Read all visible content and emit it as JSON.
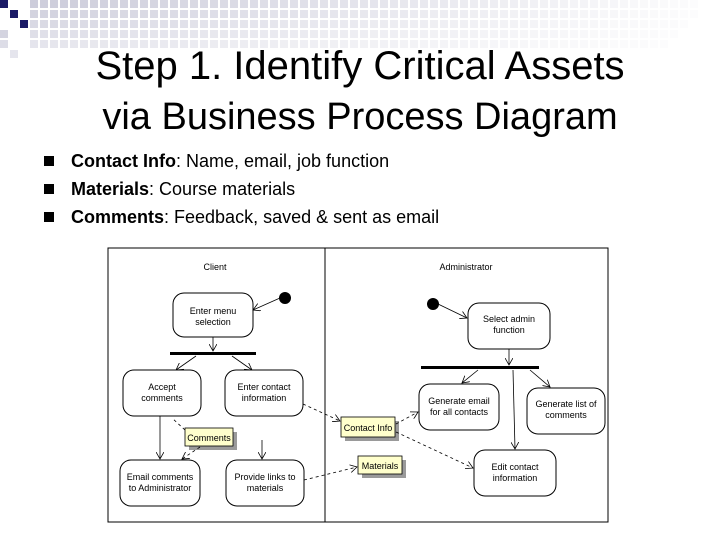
{
  "slide": {
    "title_line1": "Step 1.  Identify Critical Assets",
    "title_line2": "via Business Process Diagram"
  },
  "bullets": [
    {
      "label": "Contact Info",
      "text": ": Name, email, job function"
    },
    {
      "label": "Materials",
      "text": ": Course materials"
    },
    {
      "label": "Comments",
      "text": ":  Feedback, saved & sent as email"
    }
  ],
  "diagram": {
    "lanes": {
      "client": "Client",
      "administrator": "Administrator"
    },
    "activities": {
      "enter_menu": [
        "Enter menu",
        "selection"
      ],
      "accept_comments": [
        "Accept",
        "comments"
      ],
      "enter_contact": [
        "Enter contact",
        "information"
      ],
      "email_comments": [
        "Email comments",
        "to Administrator"
      ],
      "provide_links": [
        "Provide links to",
        "materials"
      ],
      "select_admin": [
        "Select admin",
        "function"
      ],
      "generate_email": [
        "Generate email",
        "for all contacts"
      ],
      "generate_list": [
        "Generate list of",
        "comments"
      ],
      "edit_contact": [
        "Edit contact",
        "information"
      ]
    },
    "objects": {
      "contact_info": "Contact Info",
      "comments": "Comments",
      "materials": "Materials"
    },
    "colors": {
      "object_fill": "#ffffcc",
      "object_shadow": "#9a9a9a",
      "node": "#000000"
    }
  },
  "icons": [
    "corner-squares-decoration"
  ]
}
